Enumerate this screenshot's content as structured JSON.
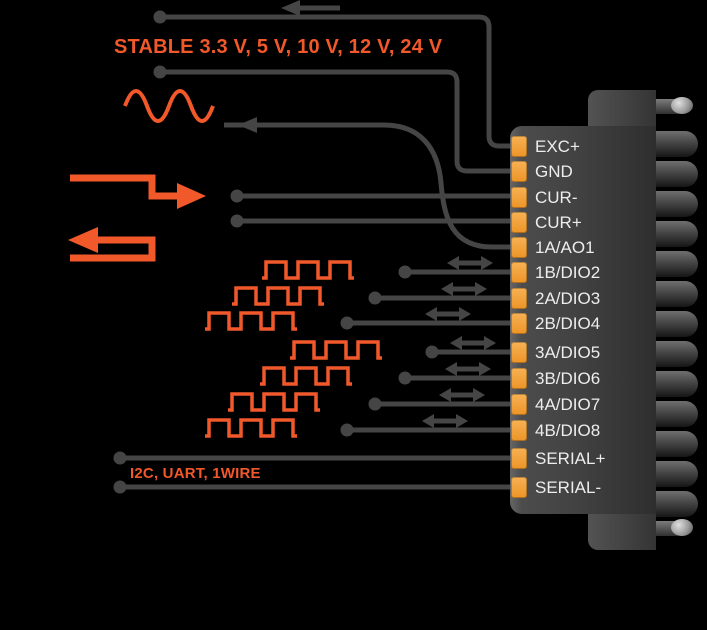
{
  "colors": {
    "accent_orange": "#f1582a",
    "pad_orange": "#f0a03f",
    "wire_gray": "#454545",
    "label_white": "#ededed",
    "background": "#000000"
  },
  "annotations": {
    "stable_voltages": "STABLE 3.3 V, 5 V, 10 V, 12 V, 24 V",
    "serial_protocols": "I2C, UART, 1WIRE"
  },
  "connector": {
    "pins": [
      {
        "label": "EXC+",
        "signal": "stable-voltage-output"
      },
      {
        "label": "GND",
        "signal": "ground"
      },
      {
        "label": "CUR-",
        "signal": "current-in"
      },
      {
        "label": "CUR+",
        "signal": "current-out"
      },
      {
        "label": "1A/AO1",
        "signal": "analog-output"
      },
      {
        "label": "1B/DIO2",
        "signal": "digital-io"
      },
      {
        "label": "2A/DIO3",
        "signal": "digital-io"
      },
      {
        "label": "2B/DIO4",
        "signal": "digital-io"
      },
      {
        "label": "3A/DIO5",
        "signal": "digital-io"
      },
      {
        "label": "3B/DIO6",
        "signal": "digital-io"
      },
      {
        "label": "4A/DIO7",
        "signal": "digital-io"
      },
      {
        "label": "4B/DIO8",
        "signal": "digital-io"
      },
      {
        "label": "SERIAL+",
        "signal": "serial-bus"
      },
      {
        "label": "SERIAL-",
        "signal": "serial-bus"
      }
    ]
  },
  "icons": {
    "sine-wave-icon": "∿",
    "output-arrow-icon": "←",
    "current-in-arrow-icon": "→",
    "current-out-arrow-icon": "←",
    "bidirectional-arrow-icon": "↔",
    "square-wave-icon": "⎍"
  }
}
